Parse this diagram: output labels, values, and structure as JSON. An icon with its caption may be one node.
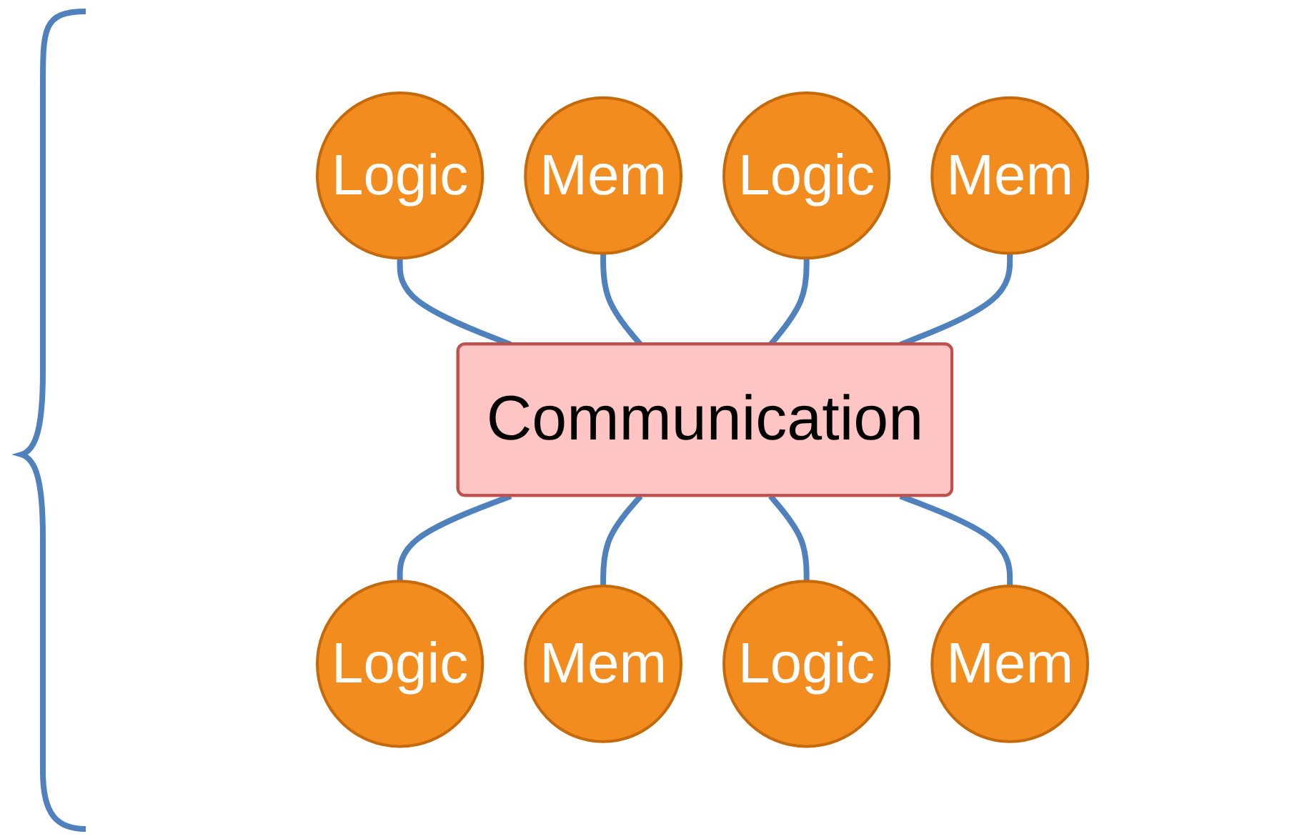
{
  "diagram": {
    "nodes": [
      {
        "text": [
          "Logic"
        ]
      },
      {
        "text": [
          "Mem"
        ]
      },
      {
        "text": [
          "Logic"
        ]
      },
      {
        "text": [
          "Mem"
        ]
      },
      {
        "text": [
          "Communication"
        ]
      },
      {
        "text": [
          "Logic"
        ]
      },
      {
        "text": [
          "Mem"
        ]
      },
      {
        "text": [
          "Logic"
        ]
      },
      {
        "text": [
          "Mem"
        ]
      }
    ],
    "edges": [
      {
        "from": 0,
        "to": 4,
        "arrow": "none"
      },
      {
        "from": 1,
        "to": 4,
        "arrow": "none"
      },
      {
        "from": 2,
        "to": 4,
        "arrow": "none"
      },
      {
        "from": 3,
        "to": 4,
        "arrow": "none"
      },
      {
        "from": 4,
        "to": 5,
        "arrow": "none"
      },
      {
        "from": 4,
        "to": 6,
        "arrow": "none"
      },
      {
        "from": 4,
        "to": 7,
        "arrow": "none"
      },
      {
        "from": 4,
        "to": 8,
        "arrow": "none"
      }
    ]
  }
}
